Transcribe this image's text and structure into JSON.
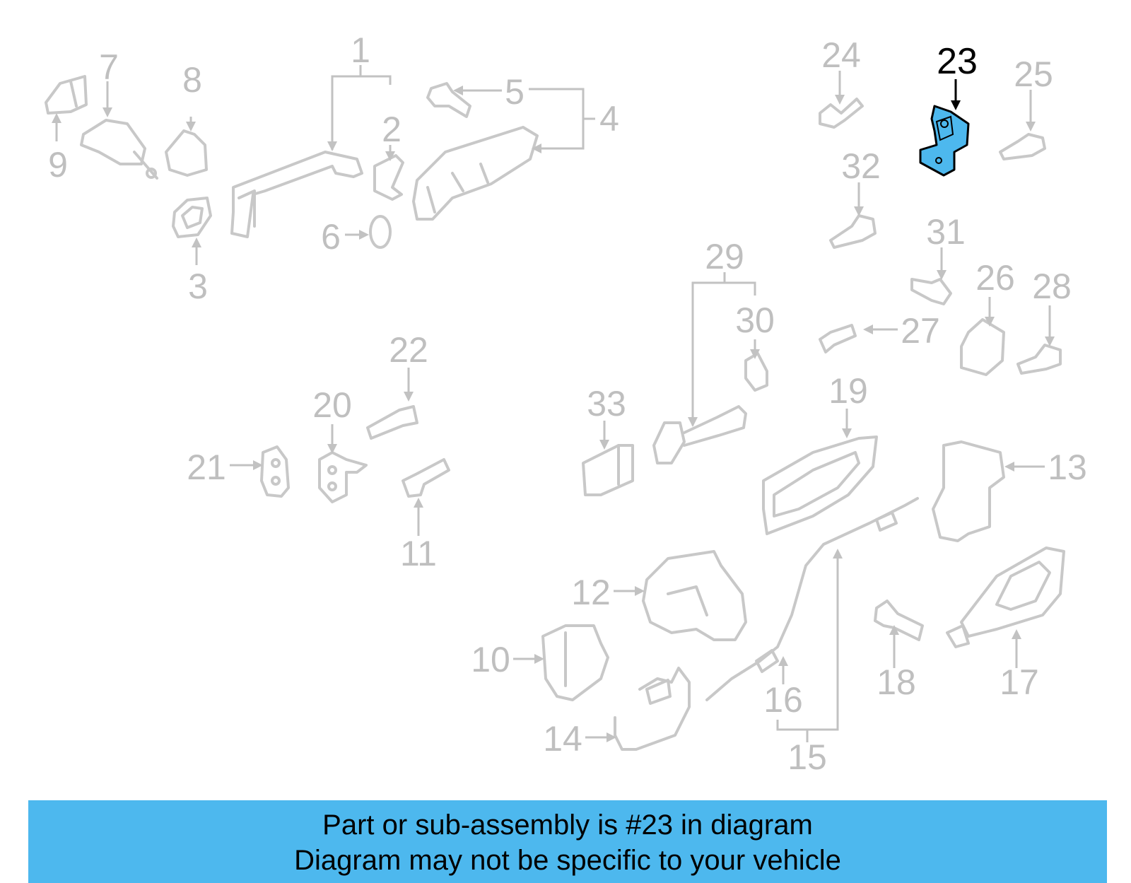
{
  "diagram": {
    "highlighted_part": "23",
    "highlight_color": "#4db8ee",
    "callouts": [
      "1",
      "2",
      "3",
      "4",
      "5",
      "6",
      "7",
      "8",
      "9",
      "10",
      "11",
      "12",
      "13",
      "14",
      "15",
      "16",
      "17",
      "18",
      "19",
      "20",
      "21",
      "22",
      "23",
      "24",
      "25",
      "26",
      "27",
      "28",
      "29",
      "30",
      "31",
      "32",
      "33"
    ]
  },
  "banner": {
    "line1": "Part or sub-assembly is #23 in diagram",
    "line2": "Diagram may not be specific to your vehicle"
  }
}
